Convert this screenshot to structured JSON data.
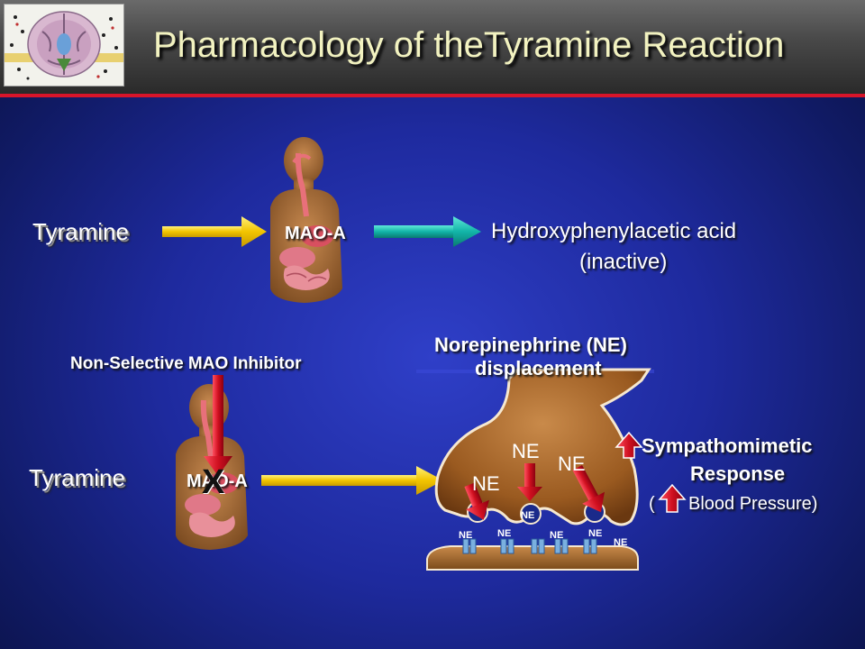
{
  "title": "Pharmacology of theTyramine Reaction",
  "top": {
    "substrate": "Tyramine",
    "enzyme": "MAO-A",
    "product_line1": "Hydroxyphenylacetic acid",
    "product_line2": "(inactive)"
  },
  "bottom": {
    "inhibitor": "Non-Selective MAO Inhibitor",
    "substrate": "Tyramine",
    "enzyme": "MAO-A",
    "block_mark": "X",
    "displacement_line1": "Norepinephrine (NE)",
    "displacement_line2": "displacement",
    "ne_large": [
      "NE",
      "NE",
      "NE"
    ],
    "ne_small": [
      "NE",
      "NE",
      "NE",
      "NE",
      "NE",
      "NE"
    ],
    "response_line1": "Sympathomimetic",
    "response_line2": "Response",
    "bp_open": "(",
    "bp_text": "Blood Pressure)"
  },
  "colors": {
    "yellow_arrow": "#f2c400",
    "teal_arrow": "#12b4a8",
    "red_arrow": "#d01020",
    "title_text": "#f2f2c0",
    "header_line": "#d8152a"
  },
  "icons": [
    "brain-logo-icon",
    "human-body-icon",
    "neuron-terminal-icon"
  ]
}
